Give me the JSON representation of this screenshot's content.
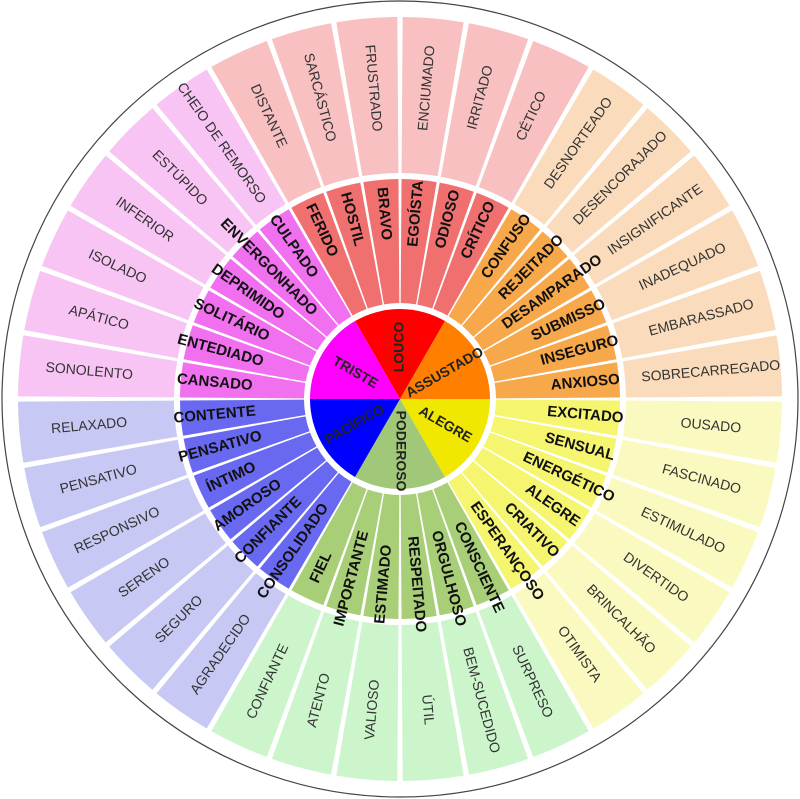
{
  "core": [
    {
      "label": "LOUCO",
      "color": "#ff0000",
      "text_color": "#111111"
    },
    {
      "label": "ASSUSTADO",
      "color": "#ff8000",
      "text_color": "#ffffff"
    },
    {
      "label": "ALEGRE",
      "color": "#f0e800",
      "text_color": "#111111"
    },
    {
      "label": "PODEROSO",
      "color": "#a0c878",
      "text_color": "#111111"
    },
    {
      "label": "PACÍFICO",
      "color": "#0000ff",
      "text_color": "#ffffff"
    },
    {
      "label": "TRISTE",
      "color": "#ff00ff",
      "text_color": "#ffffff"
    }
  ],
  "middle": [
    {
      "label": "FERIDO",
      "color": "#f07070",
      "family": 0
    },
    {
      "label": "HOSTIL",
      "color": "#f07070",
      "family": 0
    },
    {
      "label": "BRAVO",
      "color": "#f07070",
      "family": 0
    },
    {
      "label": "EGOÍSTA",
      "color": "#f07070",
      "family": 0
    },
    {
      "label": "ODIOSO",
      "color": "#f07070",
      "family": 0
    },
    {
      "label": "CRÍTICO",
      "color": "#f07070",
      "family": 0
    },
    {
      "label": "CONFUSO",
      "color": "#f7a84a",
      "family": 1
    },
    {
      "label": "REJEITADO",
      "color": "#f7a84a",
      "family": 1
    },
    {
      "label": "DESAMPARADO",
      "color": "#f7a84a",
      "family": 1
    },
    {
      "label": "SUBMISSO",
      "color": "#f7a84a",
      "family": 1
    },
    {
      "label": "INSEGURO",
      "color": "#f7a84a",
      "family": 1
    },
    {
      "label": "ANXIOSO",
      "color": "#f7a84a",
      "family": 1
    },
    {
      "label": "EXCITADO",
      "color": "#f5f570",
      "family": 2
    },
    {
      "label": "SENSUAL",
      "color": "#f5f570",
      "family": 2
    },
    {
      "label": "ENERGÉTICO",
      "color": "#f5f570",
      "family": 2
    },
    {
      "label": "ALEGRE",
      "color": "#f5f570",
      "family": 2
    },
    {
      "label": "CRIATIVO",
      "color": "#f5f570",
      "family": 2
    },
    {
      "label": "ESPERANÇOSO",
      "color": "#f5f570",
      "family": 2
    },
    {
      "label": "CONSCIENTE",
      "color": "#a8cf78",
      "family": 3
    },
    {
      "label": "ORGULHOSO",
      "color": "#a8cf78",
      "family": 3
    },
    {
      "label": "RESPEITADO",
      "color": "#a8cf78",
      "family": 3
    },
    {
      "label": "ESTIMADO",
      "color": "#a8cf78",
      "family": 3
    },
    {
      "label": "IMPORTANTE",
      "color": "#a8cf78",
      "family": 3
    },
    {
      "label": "FIEL",
      "color": "#a8cf78",
      "family": 3
    },
    {
      "label": "CONSOLIDADO",
      "color": "#6868f0",
      "family": 4
    },
    {
      "label": "CONFIANTE",
      "color": "#6868f0",
      "family": 4
    },
    {
      "label": "AMOROSO",
      "color": "#6868f0",
      "family": 4
    },
    {
      "label": "ÍNTIMO",
      "color": "#6868f0",
      "family": 4
    },
    {
      "label": "PENSATIVO",
      "color": "#6868f0",
      "family": 4
    },
    {
      "label": "CONTENTE",
      "color": "#6868f0",
      "family": 4
    },
    {
      "label": "CANSADO",
      "color": "#f070f0",
      "family": 5
    },
    {
      "label": "ENTEDIADO",
      "color": "#f070f0",
      "family": 5
    },
    {
      "label": "SOLITÁRIO",
      "color": "#f070f0",
      "family": 5
    },
    {
      "label": "DEPRIMIDO",
      "color": "#f070f0",
      "family": 5
    },
    {
      "label": "ENVERGONHADO",
      "color": "#f070f0",
      "family": 5
    },
    {
      "label": "CULPADO",
      "color": "#f070f0",
      "family": 5
    }
  ],
  "outer": [
    {
      "label": "DISTANTE",
      "color": "#f8c0c0"
    },
    {
      "label": "SARCÁSTICO",
      "color": "#f8c0c0"
    },
    {
      "label": "FRUSTRADO",
      "color": "#f8c0c0"
    },
    {
      "label": "ENCIUMADO",
      "color": "#f8c0c0"
    },
    {
      "label": "IRRITADO",
      "color": "#f8c0c0"
    },
    {
      "label": "CÉTICO",
      "color": "#f8c0c0"
    },
    {
      "label": "DESNORTEADO",
      "color": "#fadcbc"
    },
    {
      "label": "DESENCORAJADO",
      "color": "#fadcbc"
    },
    {
      "label": "INSIGNIFICANTE",
      "color": "#fadcbc"
    },
    {
      "label": "INADEQUADO",
      "color": "#fadcbc"
    },
    {
      "label": "EMBARASSADO",
      "color": "#fadcbc"
    },
    {
      "label": "SOBRECARREGADO",
      "color": "#fadcbc"
    },
    {
      "label": "OUSADO",
      "color": "#fafac0"
    },
    {
      "label": "FASCINADO",
      "color": "#fafac0"
    },
    {
      "label": "ESTIMULADO",
      "color": "#fafac0"
    },
    {
      "label": "DIVERTIDO",
      "color": "#fafac0"
    },
    {
      "label": "BRINCALHÃO",
      "color": "#fafac0"
    },
    {
      "label": "OTIMISTA",
      "color": "#fafac0"
    },
    {
      "label": "SURPRESO",
      "color": "#ccf5cc"
    },
    {
      "label": "BEM-SUCEDIDO",
      "color": "#ccf5cc"
    },
    {
      "label": "ÚTIL",
      "color": "#ccf5cc"
    },
    {
      "label": "VALIOSO",
      "color": "#ccf5cc"
    },
    {
      "label": "ATENTO",
      "color": "#ccf5cc"
    },
    {
      "label": "CONFIANTE",
      "color": "#ccf5cc"
    },
    {
      "label": "AGRADECIDO",
      "color": "#c8c8f4"
    },
    {
      "label": "SEGURO",
      "color": "#c8c8f4"
    },
    {
      "label": "SERENO",
      "color": "#c8c8f4"
    },
    {
      "label": "RESPONSIVO",
      "color": "#c8c8f4"
    },
    {
      "label": "PENSATIVO",
      "color": "#c8c8f4"
    },
    {
      "label": "RELAXADO",
      "color": "#c8c8f4"
    },
    {
      "label": "SONOLENTO",
      "color": "#f8c4f4"
    },
    {
      "label": "APÁTICO",
      "color": "#f8c4f4"
    },
    {
      "label": "ISOLADO",
      "color": "#f8c4f4"
    },
    {
      "label": "INFERIOR",
      "color": "#f8c4f4"
    },
    {
      "label": "ESTÚPIDO",
      "color": "#f8c4f4"
    },
    {
      "label": "CHEIO DE REMORSO",
      "color": "#f8c4f4"
    }
  ]
}
